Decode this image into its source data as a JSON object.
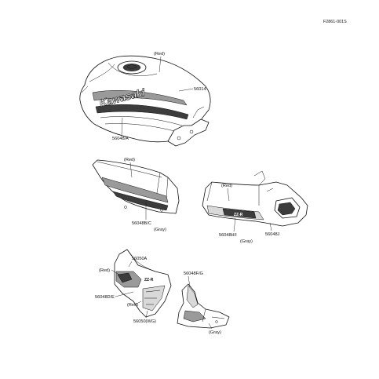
{
  "figure_code": "F2861-001S",
  "tank": {
    "color_label": "(Red)",
    "part_main": "56014",
    "part_lower": "56048/A",
    "brand_text": "Kawasaki"
  },
  "side_cover": {
    "color_top": "(Red)",
    "part": "56048B/C",
    "color_bottom": "(Gray)"
  },
  "tail": {
    "color_top": "(Red)",
    "part_left": "56048H/I",
    "part_right": "56048J",
    "color_bottom": "(Gray)",
    "badge_text": "ZZ-R"
  },
  "lower_left": {
    "part_top": "56050A",
    "color_left": "(Red)",
    "part_left": "56048D/E",
    "color_mid": "(Red)",
    "part_bottom": "56050(WG)",
    "badge_text": "ZZ-R"
  },
  "lower_right": {
    "part_top": "56048F/G",
    "color_bottom": "(Gray)"
  }
}
